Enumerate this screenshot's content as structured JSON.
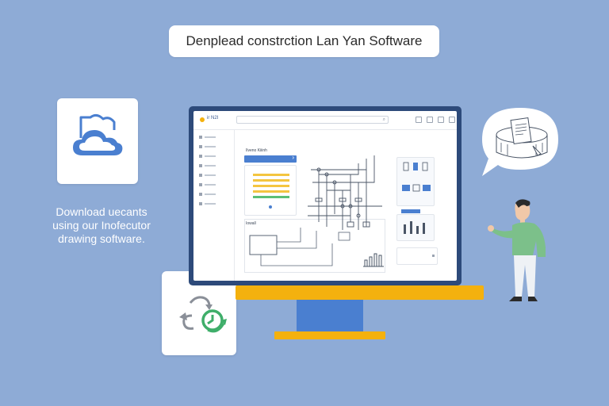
{
  "header": {
    "title": "Denplead constrction Lan Yan Software"
  },
  "caption": {
    "line1": "Download uecants",
    "line2": "using our Inofecutor",
    "line3": "drawing software."
  },
  "icons": {
    "left_card": "cloud-icon",
    "bottom_card": "refresh-clock-icon",
    "bubble": "document-stack-icon"
  },
  "app": {
    "brand": "ir N2I",
    "panel_label": "Ilveno Kiiinh",
    "section_label": "Iowall"
  },
  "colors": {
    "background": "#8eabd6",
    "accent_blue": "#4a7fd0",
    "accent_yellow": "#f4b10e",
    "accent_green": "#5cbf75",
    "person_shirt": "#7cc08a"
  }
}
